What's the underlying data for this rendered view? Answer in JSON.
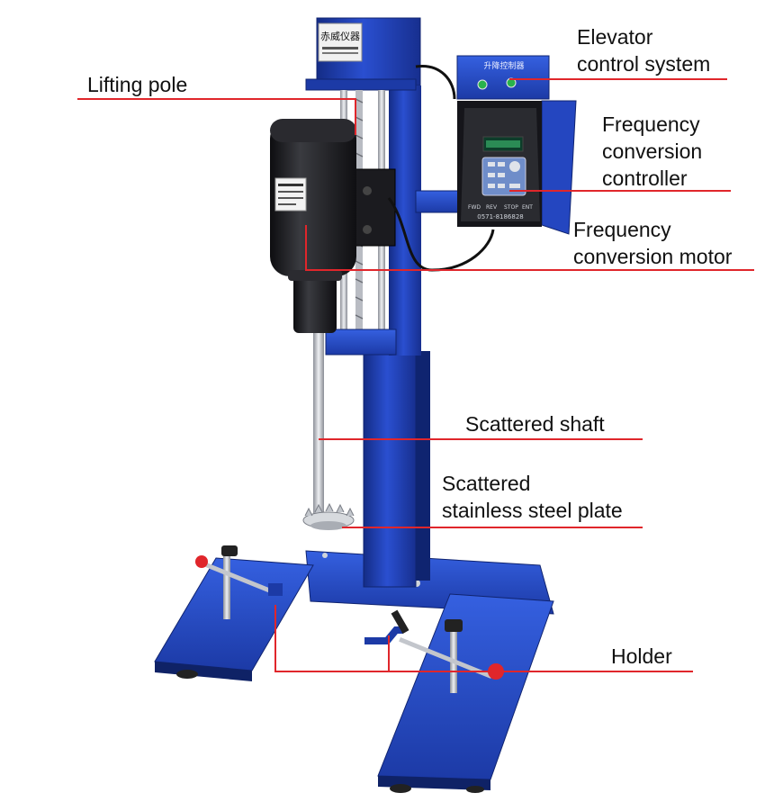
{
  "machine": {
    "nameplate_text": "赤威仪器",
    "panel_title": "升降控制器",
    "vfd_phone": "0571-8186828",
    "vfd_keys": [
      "FWD",
      "REV",
      "STOP",
      "ENT"
    ]
  },
  "labels": {
    "elevator_line1": "Elevator",
    "elevator_line2": "control system",
    "lifting_pole": "Lifting pole",
    "freq_ctrl_line1": "Frequency",
    "freq_ctrl_line2": "conversion",
    "freq_ctrl_line3": "controller",
    "freq_motor_line1": "Frequency",
    "freq_motor_line2": "conversion motor",
    "shaft": "Scattered shaft",
    "plate_line1": "Scattered",
    "plate_line2": "stainless steel plate",
    "holder": "Holder"
  },
  "colors": {
    "frame_blue": "#1f3fb0",
    "frame_dark": "#132a80",
    "leader_red": "#e0262b",
    "motor_black": "#1b1b1e",
    "steel": "#c9ccd2"
  }
}
